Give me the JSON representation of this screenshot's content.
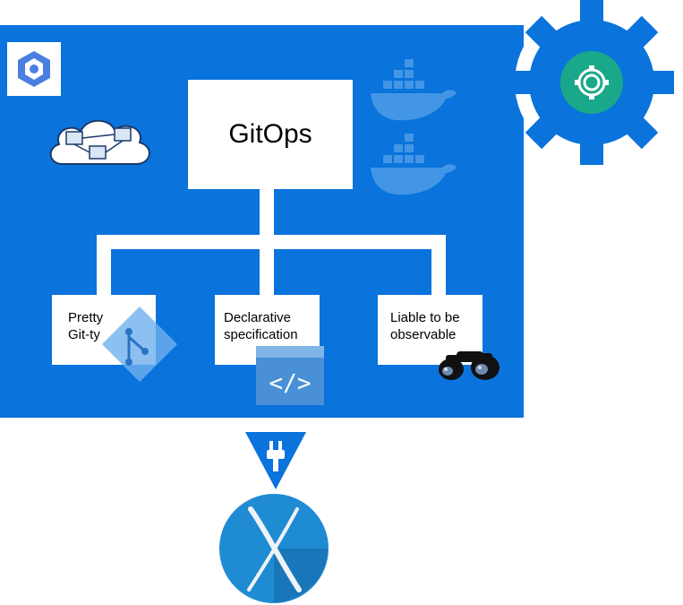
{
  "diagram": {
    "root": {
      "label": "GitOps"
    },
    "children": [
      {
        "id": "git",
        "line1": "Pretty",
        "line2": "Git-ty",
        "icon": "git-icon"
      },
      {
        "id": "decl",
        "line1": "Declarative",
        "line2": "specification",
        "icon": "code-window-icon"
      },
      {
        "id": "obs",
        "line1": "Liable to be",
        "line2": "observable",
        "icon": "binoculars-icon"
      }
    ]
  },
  "icons": [
    "kubernetes-engine-icon",
    "cloud-network-icon",
    "docker-whale-icon",
    "gear-icon",
    "plug-icon",
    "macos-x-icon"
  ],
  "colors": {
    "panel": "#0a73dc",
    "gear": "#0a73dc",
    "gear_center": "#1aa88a",
    "macos": "#1f8bd3"
  }
}
